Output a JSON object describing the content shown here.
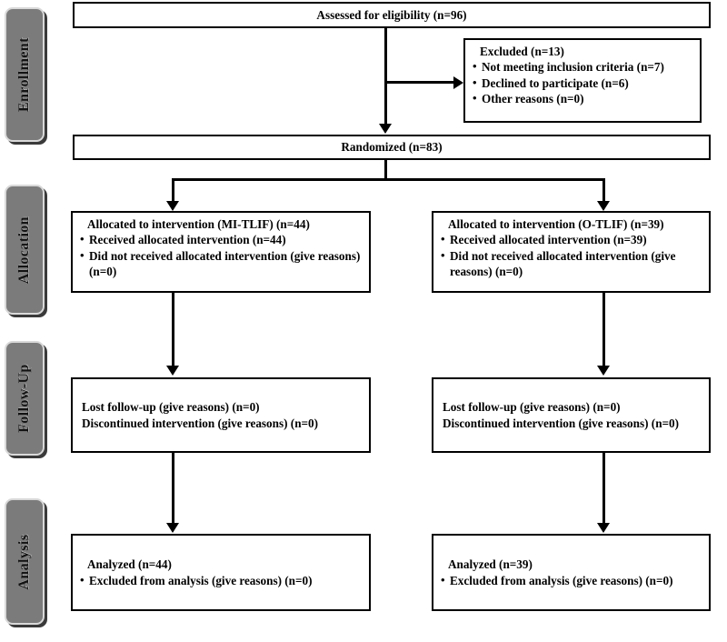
{
  "diagram": {
    "type": "CONSORT participant flow diagram",
    "stages": [
      {
        "label": "Enrollment"
      },
      {
        "label": "Allocation"
      },
      {
        "label": "Follow-Up"
      },
      {
        "label": "Analysis"
      }
    ],
    "boxes": {
      "assessed": {
        "title": "Assessed for eligibility (n=96)"
      },
      "excluded": {
        "title": "Excluded (n=13)",
        "items": [
          "Not meeting inclusion criteria (n=7)",
          "Declined to participate (n=6)",
          "Other reasons (n=0)"
        ]
      },
      "randomized": {
        "title": "Randomized (n=83)"
      },
      "allocation_left": {
        "title": "Allocated to intervention (MI-TLIF) (n=44)",
        "items": [
          "Received allocated intervention (n=44)",
          "Did not received allocated intervention (give reasons) (n=0)"
        ]
      },
      "allocation_right": {
        "title": "Allocated to intervention (O-TLIF) (n=39)",
        "items": [
          "Received allocated intervention (n=39)",
          "Did not received allocated intervention (give reasons) (n=0)"
        ]
      },
      "followup_left": {
        "lines": [
          "Lost follow-up (give reasons) (n=0)",
          "Discontinued intervention (give reasons) (n=0)"
        ]
      },
      "followup_right": {
        "lines": [
          "Lost follow-up (give reasons) (n=0)",
          "Discontinued intervention (give reasons) (n=0)"
        ]
      },
      "analysis_left": {
        "title": "Analyzed (n=44)",
        "items": [
          "Excluded from analysis (give reasons) (n=0)"
        ]
      },
      "analysis_right": {
        "title": "Analyzed (n=39)",
        "items": [
          "Excluded from analysis (give reasons) (n=0)"
        ]
      }
    },
    "colors": {
      "stage_fill": "#7b7b7b",
      "stage_border": "#d9d9d9",
      "box_border": "#000000",
      "line": "#000000",
      "background": "#ffffff"
    }
  }
}
